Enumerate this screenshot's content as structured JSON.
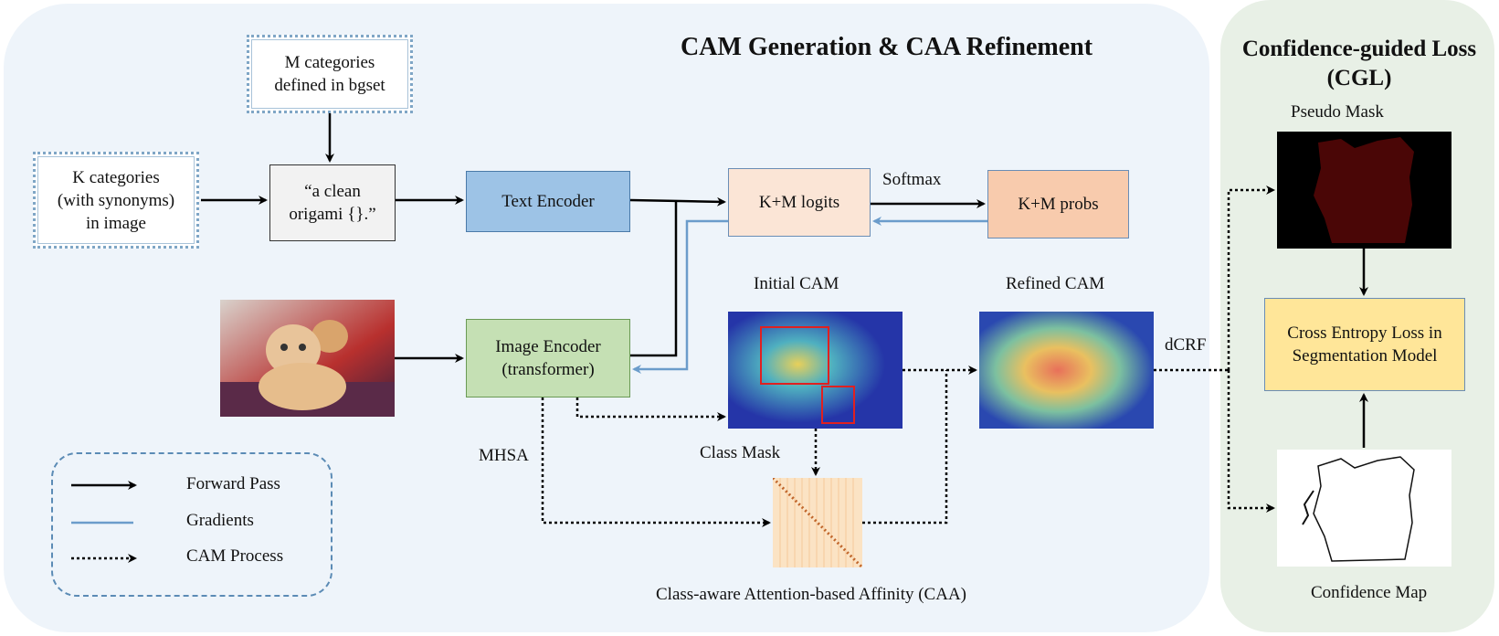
{
  "titles": {
    "main": "CAM Generation & CAA Refinement",
    "cgl_line1": "Confidence-guided Loss",
    "cgl_line2": "(CGL)"
  },
  "boxes": {
    "m_categories": [
      "M categories",
      "defined in bgset"
    ],
    "k_categories": [
      "K categories",
      "(with synonyms)",
      "in image"
    ],
    "prompt": [
      "“a clean",
      "origami {}.”"
    ],
    "text_encoder": "Text Encoder",
    "logits": "K+M logits",
    "probs": "K+M probs",
    "image_encoder": [
      "Image Encoder",
      "(transformer)"
    ],
    "cross_entropy": [
      "Cross Entropy Loss in",
      "Segmentation Model"
    ]
  },
  "labels": {
    "softmax": "Softmax",
    "initial_cam": "Initial CAM",
    "refined_cam": "Refined CAM",
    "dcrf": "dCRF",
    "mhsa": "MHSA",
    "class_mask": "Class Mask",
    "caa": "Class-aware Attention-based Affinity  (CAA)",
    "pseudo_mask": "Pseudo Mask",
    "confidence_map": "Confidence Map"
  },
  "legend": [
    {
      "label": "Forward Pass",
      "style": "solid-black"
    },
    {
      "label": "Gradients",
      "style": "solid-blue"
    },
    {
      "label": "CAM Process",
      "style": "dotted-black"
    }
  ],
  "colors": {
    "gradient_arrow": "#6b9ccb",
    "text_encoder": "#9dc3e6",
    "image_encoder": "#c5e0b4",
    "logits": "#fbe5d6",
    "probs": "#f8cbad",
    "cross_entropy": "#ffe699"
  }
}
